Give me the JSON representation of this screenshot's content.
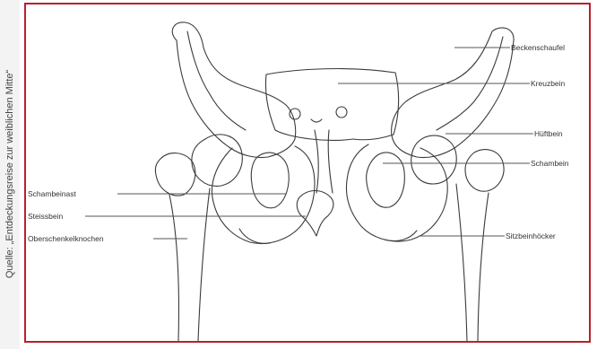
{
  "source": "Quelle: „Entdeckungsreise zur weiblichen Mitte“",
  "labels": {
    "beckenschaufel": "Beckenschaufel",
    "kreuzbein": "Kreuzbein",
    "hueftbein": "Hüftbein",
    "schambein": "Schambein",
    "schambeinast": "Schambeinast",
    "steissbein": "Steissbein",
    "oberschenkelknochen": "Oberschenkelknochen",
    "sitzbeinhoecker": "Sitzbeinhöcker"
  },
  "colors": {
    "frame": "#b8202b",
    "line": "#3a3a3a"
  }
}
